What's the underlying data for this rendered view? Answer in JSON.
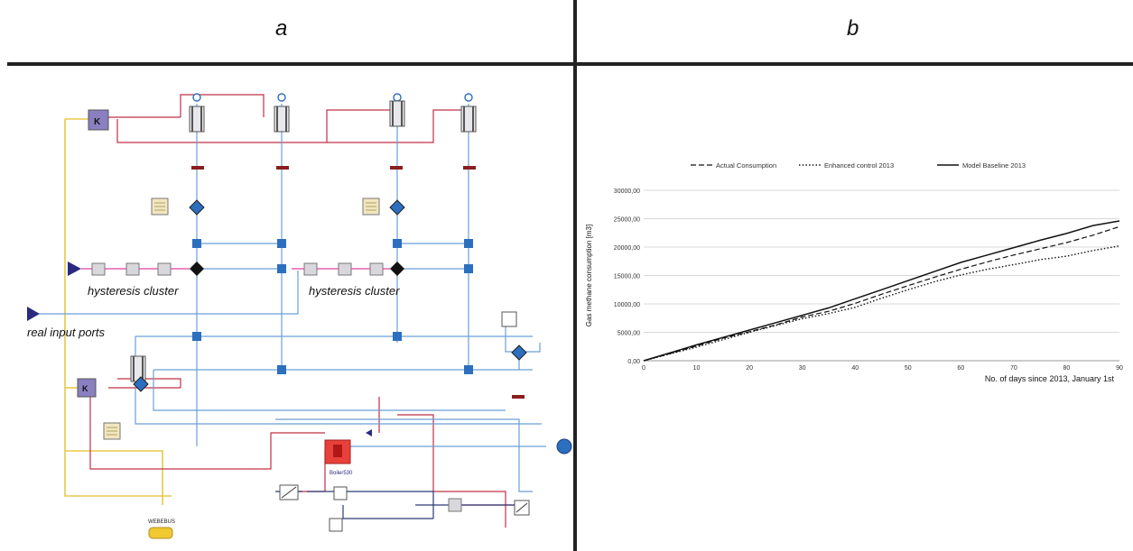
{
  "panels": {
    "left_label": "a",
    "right_label": "b"
  },
  "diagram": {
    "annotations": {
      "hysteresis_1": "hysteresis cluster",
      "hysteresis_2": "hysteresis cluster",
      "real_input": "real input ports"
    },
    "block_labels": {
      "k_block_1": "K",
      "k_block_2": "K",
      "boiler": "Boiler530",
      "weather": "WEBEBUS"
    },
    "colors": {
      "pipe": "#6a9fd8",
      "signal": "#c03048",
      "bus": "#e8c84a",
      "connector": "#2c6fbf",
      "boiler": "#e8403a"
    }
  },
  "chart_data": {
    "type": "line",
    "title": "",
    "xlabel": "No. of days since 2013, January 1st",
    "ylabel": "Gas methane consumption [m3]",
    "xlim": [
      0,
      90
    ],
    "ylim": [
      0,
      30000
    ],
    "xticks": [
      "0",
      "10",
      "20",
      "30",
      "40",
      "50",
      "60",
      "70",
      "80",
      "90"
    ],
    "yticks": [
      "0,00",
      "5000,00",
      "10000,00",
      "15000,00",
      "20000,00",
      "25000,00",
      "30000,00"
    ],
    "grid": true,
    "legend_position": "top",
    "series": [
      {
        "name": "Actual Consumption",
        "style": "dashed",
        "x": [
          0,
          5,
          10,
          15,
          20,
          25,
          30,
          35,
          40,
          45,
          50,
          55,
          60,
          65,
          70,
          75,
          80,
          85,
          90
        ],
        "y": [
          0,
          1250,
          2600,
          3950,
          5100,
          6300,
          7700,
          8700,
          10100,
          11700,
          13200,
          14700,
          16100,
          17400,
          18600,
          19700,
          20800,
          22100,
          23600
        ]
      },
      {
        "name": "Enhanced control 2013",
        "style": "dotted",
        "x": [
          0,
          5,
          10,
          15,
          20,
          25,
          30,
          35,
          40,
          45,
          50,
          55,
          60,
          65,
          70,
          75,
          80,
          85,
          90
        ],
        "y": [
          0,
          1200,
          2400,
          3700,
          5000,
          6200,
          7400,
          8300,
          9400,
          11000,
          12500,
          13900,
          15100,
          16100,
          16900,
          17800,
          18400,
          19400,
          20200
        ]
      },
      {
        "name": "Model Baseline 2013",
        "style": "solid",
        "x": [
          0,
          5,
          10,
          15,
          20,
          25,
          30,
          35,
          40,
          45,
          50,
          55,
          60,
          65,
          70,
          75,
          80,
          85,
          90
        ],
        "y": [
          0,
          1400,
          2800,
          4100,
          5400,
          6700,
          8000,
          9300,
          10900,
          12500,
          14100,
          15700,
          17300,
          18600,
          19900,
          21200,
          22400,
          23800,
          24600
        ]
      }
    ]
  }
}
